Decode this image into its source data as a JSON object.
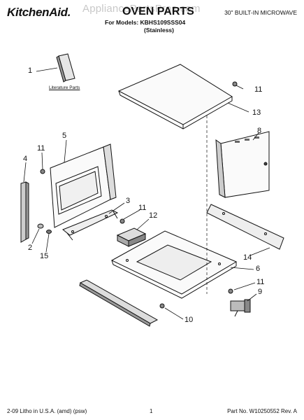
{
  "header": {
    "brand": "KitchenAid.",
    "title": "OVEN PARTS",
    "models_line": "For Models: KBHS109SSS04",
    "finish": "(Stainless)",
    "product": "30\" BUILT-IN MICROWAVE",
    "watermark": "AppliancePartsPros.com"
  },
  "diagram": {
    "literature_label": "Literature Parts",
    "callouts": [
      "1",
      "2",
      "3",
      "4",
      "5",
      "6",
      "8",
      "9",
      "10",
      "11",
      "11",
      "11",
      "11",
      "12",
      "13",
      "14",
      "15"
    ]
  },
  "footer": {
    "left": "2-09 Litho in U.S.A. (amd) (psw)",
    "center": "1",
    "right": "Part No. W10250552 Rev. A"
  }
}
